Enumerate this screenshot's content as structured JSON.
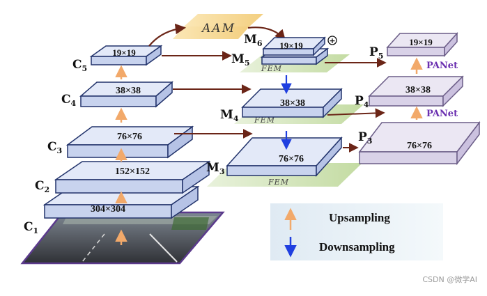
{
  "backbone": {
    "labels": [
      "C",
      "C",
      "C",
      "C",
      "C"
    ],
    "subs": [
      "1",
      "2",
      "3",
      "4",
      "5"
    ],
    "dims": [
      "304×304",
      "152×152",
      "76×76",
      "38×38",
      "19×19"
    ]
  },
  "neck": {
    "labels": [
      "M",
      "M",
      "M",
      "M"
    ],
    "subs": [
      "3",
      "4",
      "5",
      "6"
    ],
    "dims": [
      "76×76",
      "38×38",
      "19×19"
    ],
    "fem_label": "FEM",
    "aam_label": "AAM",
    "plus_symbol": "+"
  },
  "head": {
    "labels": [
      "P",
      "P",
      "P"
    ],
    "subs": [
      "3",
      "4",
      "5"
    ],
    "dims": [
      "76×76",
      "38×38",
      "19×19"
    ],
    "panet_label": "PANet"
  },
  "legend": {
    "upsampling": "Upsampling",
    "downsampling": "Downsampling"
  },
  "watermark": "CSDN @微学AI",
  "colors": {
    "block_top": "#dfe6f7",
    "block_edge": "#22336b",
    "head_top": "#ebe7f3",
    "head_edge": "#6b5d87",
    "arrow_brown": "#6b2517",
    "arrow_orange": "#f2a96a",
    "arrow_blue": "#1f3fe0",
    "fem_green": "#c9dfac",
    "aam_yellow": "#f7dd9e",
    "legend_bg": "#e8f1f6"
  }
}
